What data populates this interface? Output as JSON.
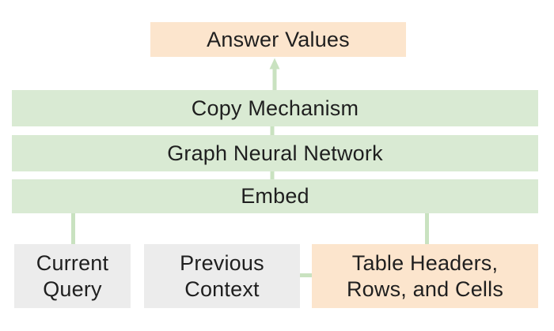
{
  "diagram": {
    "answer_box": {
      "label": "Answer Values"
    },
    "layers": [
      {
        "label": "Copy Mechanism"
      },
      {
        "label": "Graph Neural Network"
      },
      {
        "label": "Embed"
      }
    ],
    "inputs": [
      {
        "label": "Current Query",
        "lines": [
          "Current",
          "Query"
        ],
        "style": "gray"
      },
      {
        "label": "Previous Context",
        "lines": [
          "Previous",
          "Context"
        ],
        "style": "gray"
      },
      {
        "label": "Table Headers, Rows, and Cells",
        "lines": [
          "Table Headers,",
          "Rows, and Cells"
        ],
        "style": "highlight"
      }
    ]
  },
  "colors": {
    "background": "#ffffff",
    "answer_fill": "#fce5cd",
    "layer_fill": "#d9ead3",
    "input_gray_fill": "#ececec",
    "input_highlight_fill": "#fce5cd",
    "connector": "#c9e2c0",
    "text": "#1f1f1f"
  }
}
